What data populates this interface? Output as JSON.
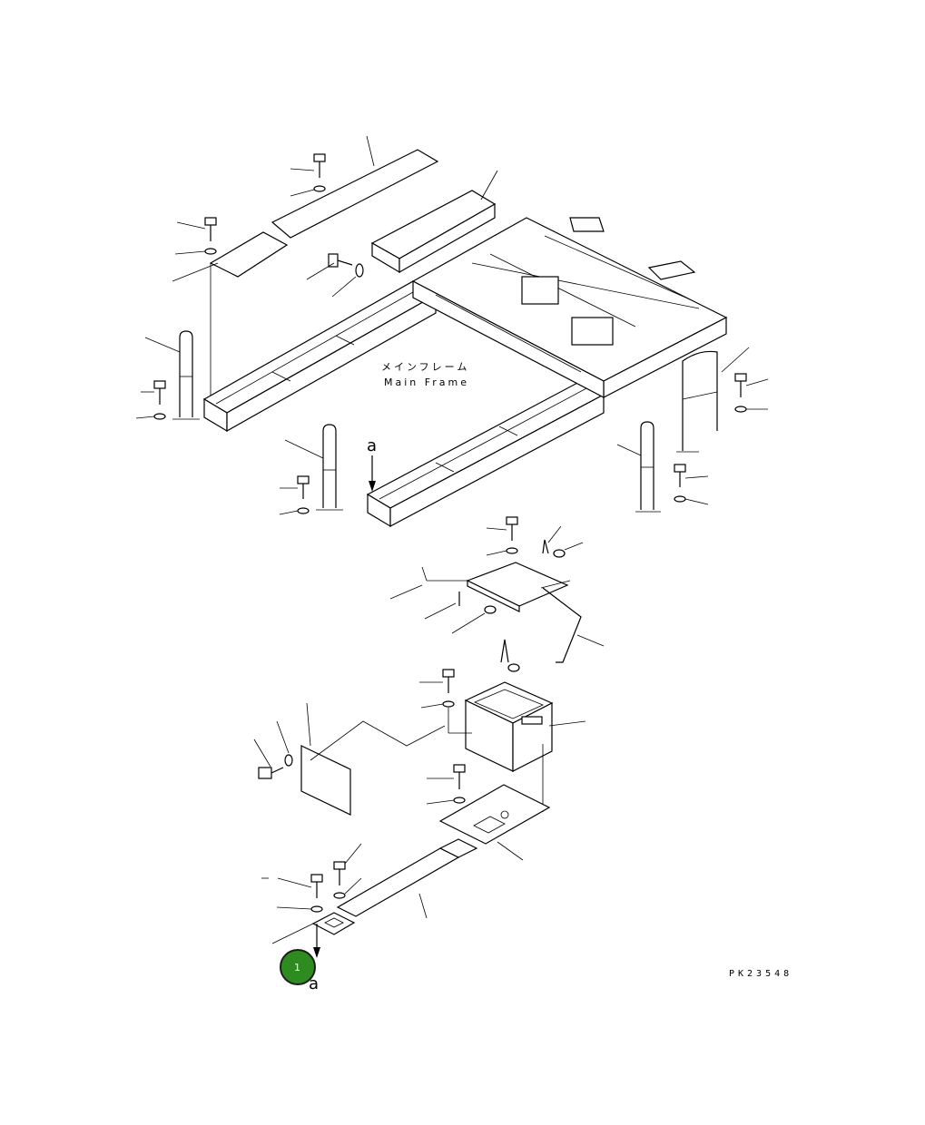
{
  "labels": {
    "main_frame_jp": "メインフレーム",
    "main_frame_en": "Main Frame",
    "view_letter_top": "a",
    "view_letter_bottom": "a",
    "drawing_code": "PK23548"
  },
  "callouts": [
    {
      "number": "1",
      "color": "#2e8b1f",
      "border": "#1d1d1d"
    }
  ],
  "colors": {
    "line": "#000000",
    "background": "#ffffff",
    "callout_fill": "#2e8b1f"
  }
}
